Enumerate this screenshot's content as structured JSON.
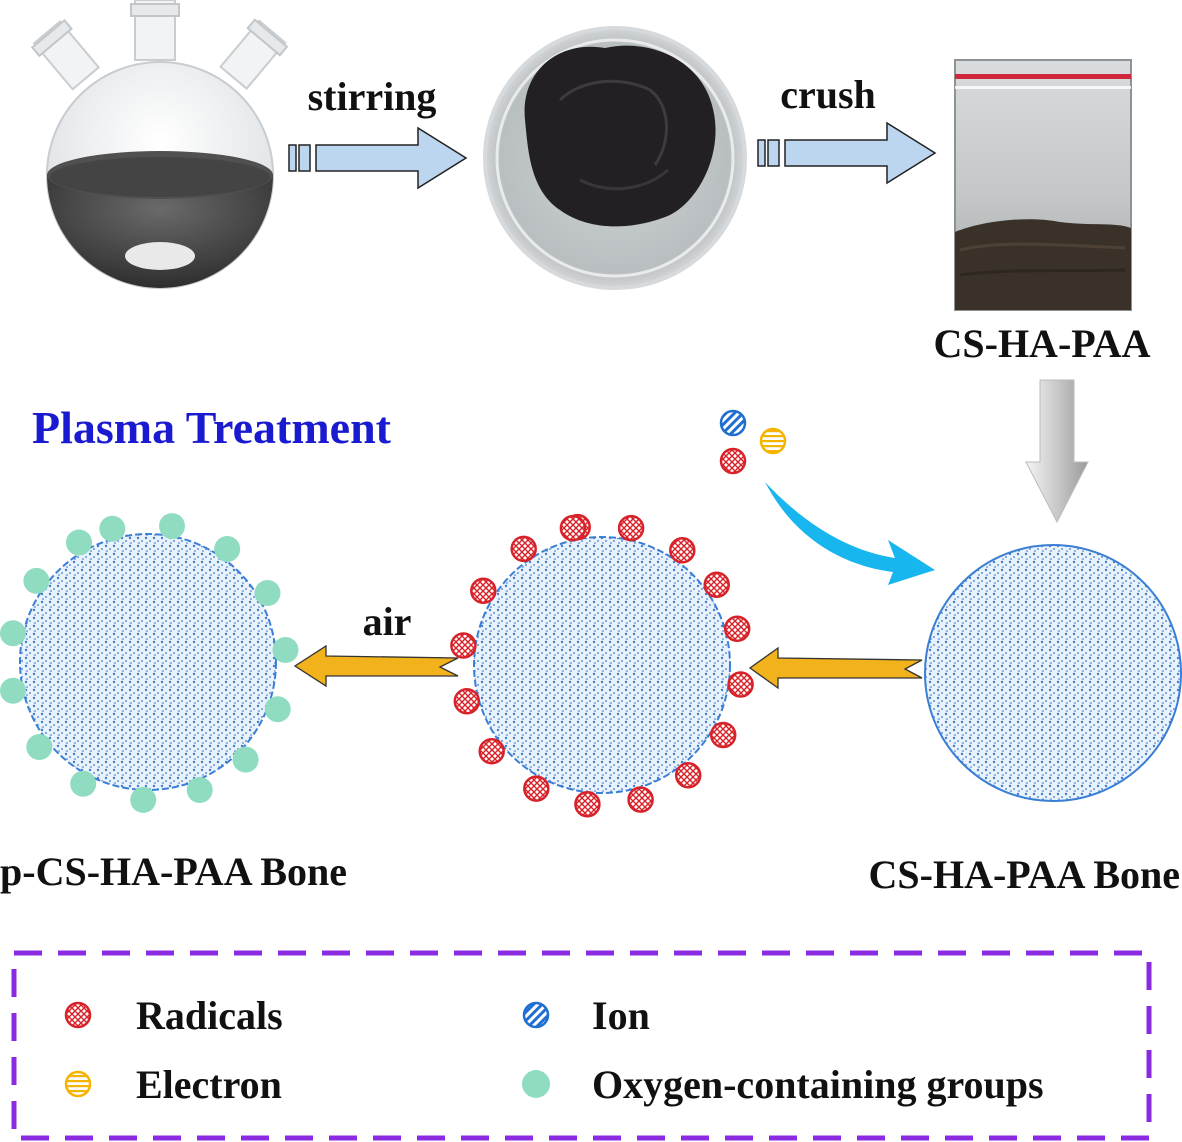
{
  "labels": {
    "step1": "stirring",
    "step2": "crush",
    "product": "CS-HA-PAA",
    "title": "Plasma Treatment",
    "air": "air",
    "bone_left": "p-CS-HA-PAA Bone",
    "bone_right": "CS-HA-PAA Bone"
  },
  "legend": {
    "radicals": "Radicals",
    "ion": "Ion",
    "electron": "Electron",
    "oxygen": "Oxygen-containing groups"
  },
  "colors": {
    "title": "#1a1ad0",
    "radical": "#d8222a",
    "ion": "#1f6fd1",
    "electron": "#f4b400",
    "oxygen": "#8fdcc0",
    "particle_fill": "#e8f1fb",
    "particle_dot": "#3b7fd4",
    "legend_border": "#8a2be2",
    "hollow_arrow": "#bcd6f0",
    "air_arrow": "#f2b21c",
    "plasma_arrow": "#18b6ee"
  },
  "icons": {
    "flask": "three-neck-flask-icon",
    "dish": "petri-dish-icon",
    "bag": "sample-bag-icon"
  }
}
